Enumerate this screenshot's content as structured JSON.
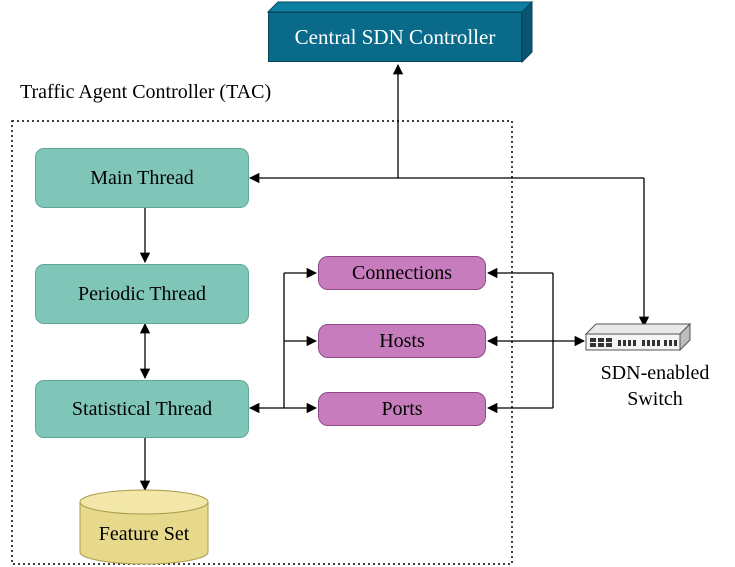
{
  "central_controller": {
    "label": "Central SDN Controller",
    "color": "#0a6a8a"
  },
  "tac": {
    "title": "Traffic Agent Controller (TAC)"
  },
  "threads": {
    "main": "Main Thread",
    "periodic": "Periodic Thread",
    "statistical": "Statistical Thread",
    "color": "#7fc6b8"
  },
  "tables": {
    "connections": "Connections",
    "hosts": "Hosts",
    "ports": "Ports",
    "color": "#c77dbd"
  },
  "feature_set": {
    "label": "Feature Set",
    "color": "#e7d98c"
  },
  "switch": {
    "line1": "SDN-enabled",
    "line2": "Switch"
  }
}
